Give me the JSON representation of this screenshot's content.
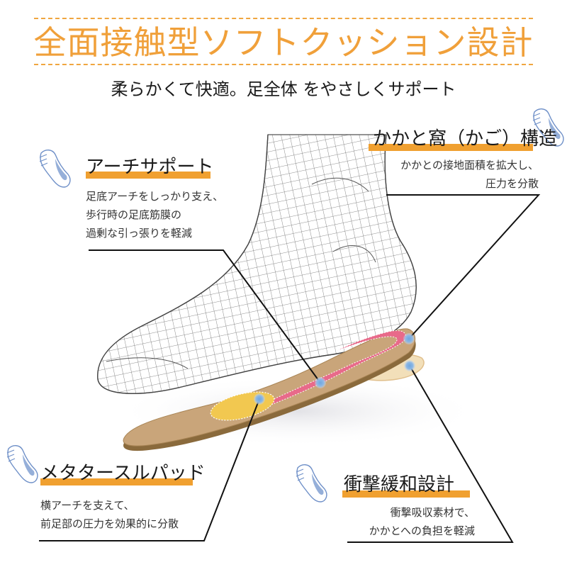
{
  "header": {
    "title": "全面接触型ソフトクッション設計",
    "subtitle": "柔らかくて快適。足全体 をやさしくサポート"
  },
  "colors": {
    "accent_orange": "#f0a030",
    "title_orange": "#f0a03a",
    "insole_tan": "#c9a57a",
    "pad_pink": "#e86a8a",
    "pad_yellow": "#f2c850",
    "marker_blue": "#6fa6de",
    "icon_blue": "#7a9bd0"
  },
  "features": [
    {
      "id": "arch-support",
      "title": "アーチサポート",
      "lines": [
        "足底アーチをしっかり支え、",
        "歩行時の足底筋膜の",
        "過剰な引っ張りを軽減"
      ],
      "icon": "foot-arch-icon"
    },
    {
      "id": "heel-cup",
      "title": "かかと窩（かご）構造",
      "lines": [
        "かかとの接地面積を拡大し、",
        "圧力を分散"
      ],
      "icon": "foot-heel-icon"
    },
    {
      "id": "metatarsal-pad",
      "title": "メタタースルパッド",
      "lines": [
        "横アーチを支えて、",
        "前足部の圧力を効果的に分散"
      ],
      "icon": "foot-forefoot-icon"
    },
    {
      "id": "shock-absorption",
      "title": "衝撃緩和設計",
      "lines": [
        "衝撃吸収素材で、",
        "かかとへの負担を軽減"
      ],
      "icon": "foot-heel-icon"
    }
  ]
}
